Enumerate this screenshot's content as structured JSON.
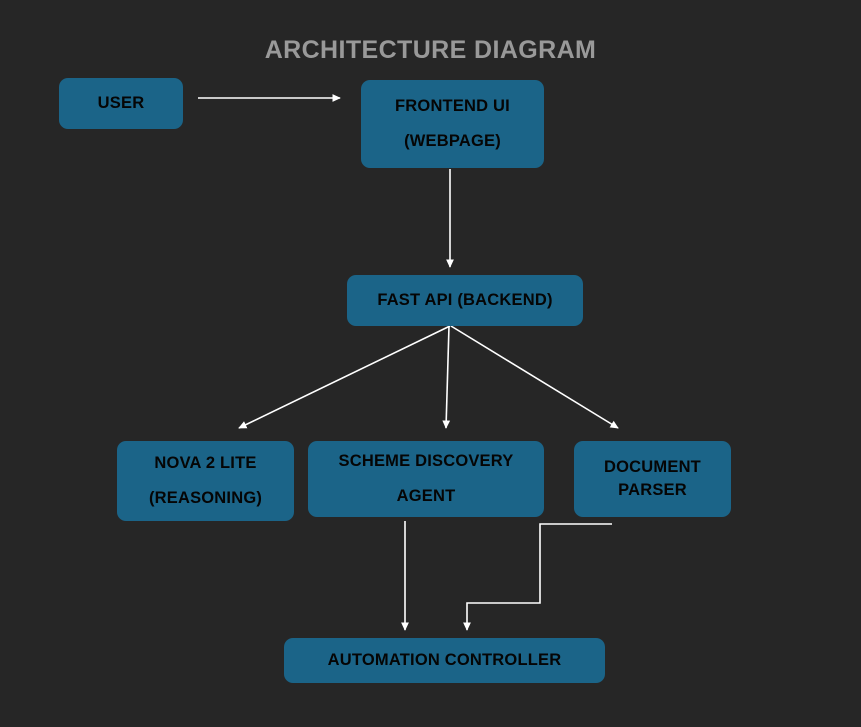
{
  "diagram": {
    "title": "ARCHITECTURE DIAGRAM",
    "background_color": "#262626",
    "node_color": "#1b6488",
    "node_text_color": "#050505",
    "edge_color": "#ffffff",
    "title_color": "#999999",
    "nodes": {
      "user": {
        "line1": "USER",
        "line2": ""
      },
      "frontend": {
        "line1": "FRONTEND UI",
        "line2": "(WEBPAGE)"
      },
      "fastapi": {
        "line1": "FAST API (BACKEND)",
        "line2": ""
      },
      "nova": {
        "line1": "NOVA 2 LITE",
        "line2": "(REASONING)"
      },
      "scheme": {
        "line1": "SCHEME DISCOVERY",
        "line2": "AGENT"
      },
      "docparser": {
        "line1": "DOCUMENT",
        "line2": "PARSER"
      },
      "automation": {
        "line1": "AUTOMATION CONTROLLER",
        "line2": ""
      }
    },
    "edges": [
      {
        "name": "user-to-frontend",
        "from": "user",
        "to": "frontend",
        "style": "straight-horizontal"
      },
      {
        "name": "frontend-to-fastapi",
        "from": "frontend",
        "to": "fastapi",
        "style": "straight-vertical"
      },
      {
        "name": "fastapi-to-nova",
        "from": "fastapi",
        "to": "nova",
        "style": "diagonal"
      },
      {
        "name": "fastapi-to-scheme",
        "from": "fastapi",
        "to": "scheme",
        "style": "straight-vertical"
      },
      {
        "name": "fastapi-to-docparser",
        "from": "fastapi",
        "to": "docparser",
        "style": "diagonal"
      },
      {
        "name": "scheme-to-automation",
        "from": "scheme",
        "to": "automation",
        "style": "straight-vertical"
      },
      {
        "name": "docparser-to-automation",
        "from": "docparser",
        "to": "automation",
        "style": "orthogonal"
      }
    ]
  }
}
